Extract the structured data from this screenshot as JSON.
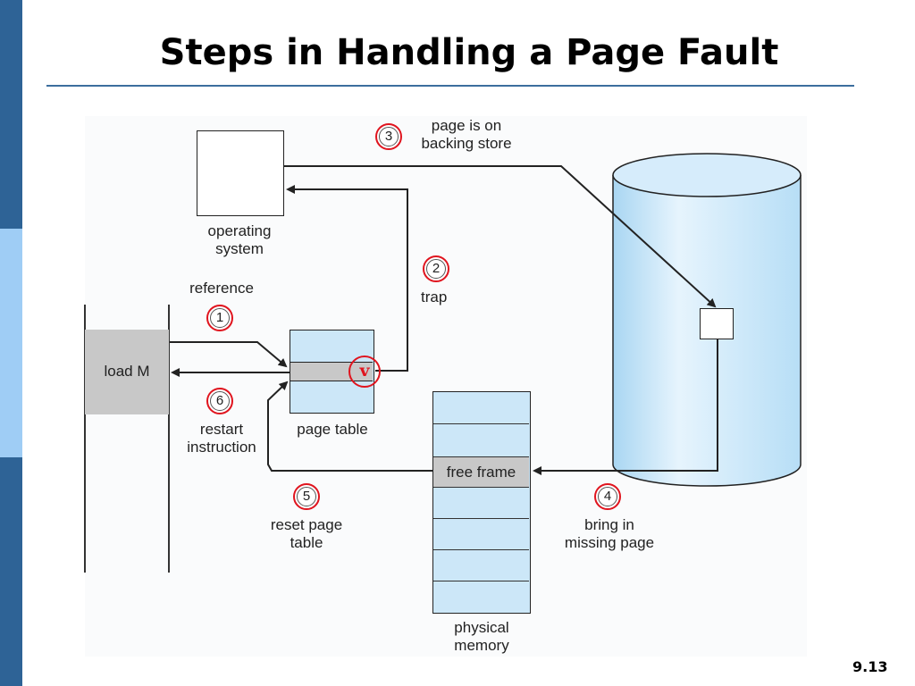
{
  "slide": {
    "title": "Steps in Handling a Page Fault",
    "page_number": "9.13"
  },
  "diagram": {
    "os_label": [
      "operating",
      "system"
    ],
    "reference_label": "reference",
    "load_instruction": "load M",
    "page_table_label": "page table",
    "valid_bit": "v",
    "free_frame_label": "free frame",
    "physical_memory_label": [
      "physical",
      "memory"
    ],
    "steps": [
      {
        "number": "1",
        "label": []
      },
      {
        "number": "2",
        "label": [
          "trap"
        ]
      },
      {
        "number": "3",
        "label": [
          "page is on",
          "backing store"
        ]
      },
      {
        "number": "4",
        "label": [
          "bring in",
          "missing page"
        ]
      },
      {
        "number": "5",
        "label": [
          "reset page",
          "table"
        ]
      },
      {
        "number": "6",
        "label": [
          "restart",
          "instruction"
        ]
      }
    ]
  },
  "colors": {
    "sidebar_dark": "#2e6396",
    "sidebar_light": "#9fcdf5",
    "highlight_red": "#e0141e",
    "memory_blue": "#cce7f8",
    "disk_blue": "#c4e4f8"
  }
}
